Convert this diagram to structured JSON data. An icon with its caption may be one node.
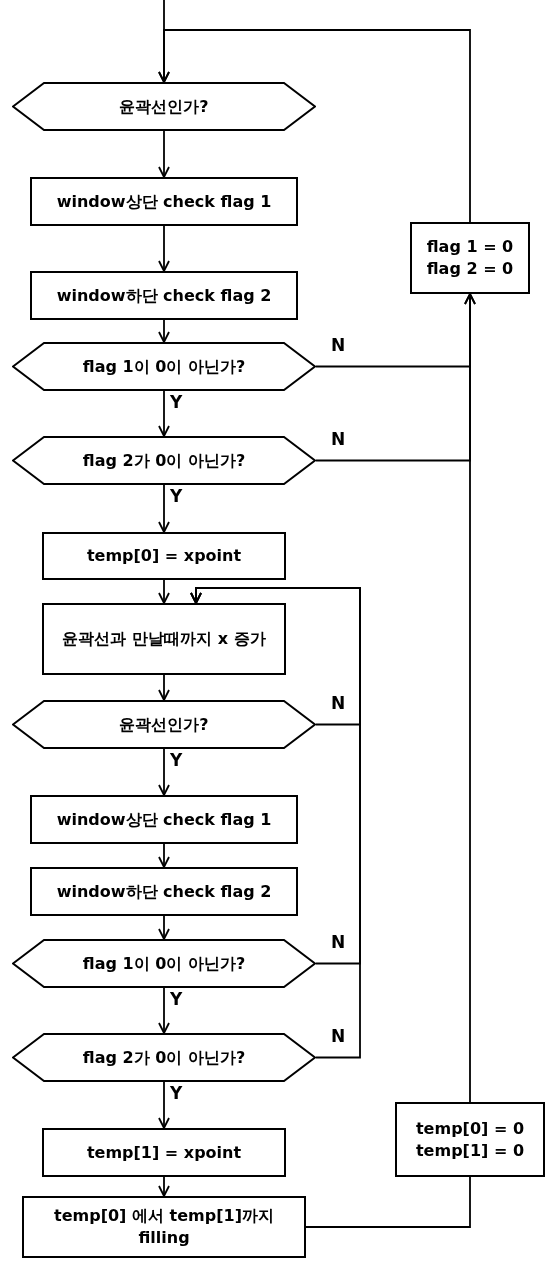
{
  "diagram": {
    "nodes": [
      {
        "text": [
          "윤곽선인가?"
        ]
      },
      {
        "text": [
          "window상단 check flag 1"
        ]
      },
      {
        "text": [
          "window하단 check flag 2"
        ]
      },
      {
        "text": [
          "flag 1이 0이 아닌가?"
        ]
      },
      {
        "text": [
          "flag 2가 0이 아닌가?"
        ]
      },
      {
        "text": [
          "temp[0] = xpoint"
        ]
      },
      {
        "text": [
          "윤곽선과 만날때까지 x 증가"
        ]
      },
      {
        "text": [
          "윤곽선인가?"
        ]
      },
      {
        "text": [
          "window상단 check flag 1"
        ]
      },
      {
        "text": [
          "window하단 check flag 2"
        ]
      },
      {
        "text": [
          "flag 1이 0이 아닌가?"
        ]
      },
      {
        "text": [
          "flag 2가 0이 아닌가?"
        ]
      },
      {
        "text": [
          "temp[1] = xpoint"
        ]
      },
      {
        "text": [
          "temp[0] 에서 temp[1]까지 filling"
        ]
      },
      {
        "text": [
          "temp[0] = 0",
          "temp[1] = 0"
        ]
      },
      {
        "text": [
          "flag 1 = 0",
          "flag 2 = 0"
        ]
      }
    ],
    "edges": [
      {
        "from": null,
        "to": 0,
        "arrow": "to"
      },
      {
        "from": 0,
        "to": 1,
        "arrow": "to"
      },
      {
        "from": 1,
        "to": 2,
        "arrow": "to"
      },
      {
        "from": 2,
        "to": 3,
        "arrow": "to"
      },
      {
        "from": 3,
        "to": 4,
        "arrow": "to",
        "label": "Y"
      },
      {
        "from": 3,
        "to": 15,
        "arrow": "to",
        "label": "N"
      },
      {
        "from": 4,
        "to": 5,
        "arrow": "to",
        "label": "Y"
      },
      {
        "from": 4,
        "to": 15,
        "arrow": "to",
        "label": "N"
      },
      {
        "from": 5,
        "to": 6,
        "arrow": "to"
      },
      {
        "from": 6,
        "to": 7,
        "arrow": "to"
      },
      {
        "from": 7,
        "to": 8,
        "arrow": "to",
        "label": "Y"
      },
      {
        "from": 7,
        "to": 6,
        "arrow": "to",
        "label": "N"
      },
      {
        "from": 8,
        "to": 9,
        "arrow": "to"
      },
      {
        "from": 9,
        "to": 10,
        "arrow": "to"
      },
      {
        "from": 10,
        "to": 11,
        "arrow": "to",
        "label": "Y"
      },
      {
        "from": 10,
        "to": 6,
        "arrow": "to",
        "label": "N"
      },
      {
        "from": 11,
        "to": 12,
        "arrow": "to",
        "label": "Y"
      },
      {
        "from": 11,
        "to": 6,
        "arrow": "to",
        "label": "N"
      },
      {
        "from": 12,
        "to": 13,
        "arrow": "to"
      },
      {
        "from": 13,
        "to": 14,
        "arrow": "none"
      },
      {
        "from": 14,
        "to": 15,
        "arrow": "none"
      },
      {
        "from": 15,
        "to": 0,
        "arrow": "to"
      }
    ]
  }
}
